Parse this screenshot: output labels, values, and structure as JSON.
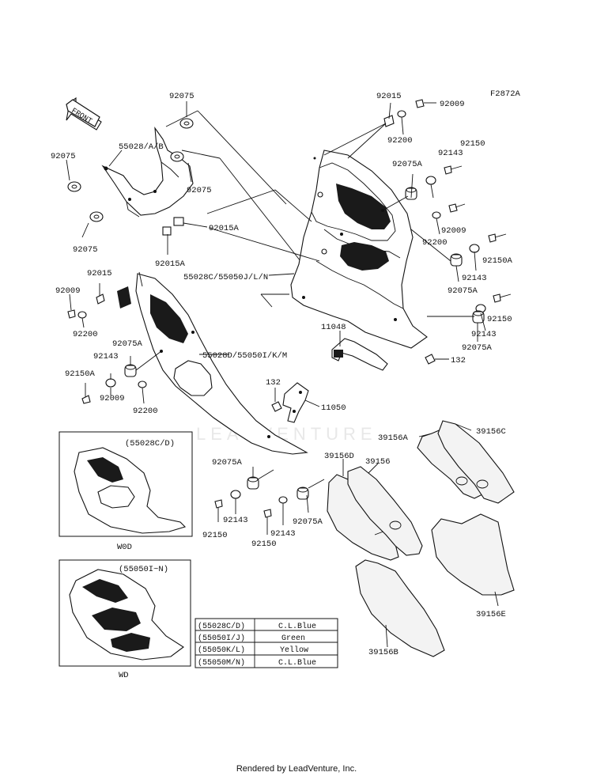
{
  "figure_code": "F2872A",
  "direction_arrow": "FRONT",
  "watermark": "LEADVENTURE",
  "footer": "Rendered by LeadVenture, Inc.",
  "part_labels": [
    "92075",
    "55028/A/B",
    "92075",
    "92075",
    "92075",
    "92015A",
    "92015A",
    "92015",
    "92200",
    "92009",
    "92143",
    "92150",
    "92075A",
    "92009",
    "92200",
    "92150A",
    "92143",
    "92075A",
    "92150",
    "92143",
    "92075A",
    "55028C/55050J/L/N",
    "11048",
    "132",
    "55028D/55050I/K/M",
    "92015",
    "92009",
    "92200",
    "92075A",
    "92143",
    "92150A",
    "92009",
    "92200",
    "132",
    "11050",
    "92075A",
    "92143",
    "92150",
    "92150",
    "92143",
    "92075A",
    "39156A",
    "39156C",
    "39156D",
    "39156",
    "39156E",
    "39156B"
  ],
  "insets": [
    {
      "title": "(55028C/D)",
      "caption": "W0D"
    },
    {
      "title": "(55050I~N)",
      "caption": "WD"
    }
  ],
  "color_table": [
    {
      "code": "(55028C/D)",
      "color": "C.L.Blue"
    },
    {
      "code": "(55050I/J)",
      "color": "Green"
    },
    {
      "code": "(55050K/L)",
      "color": "Yellow"
    },
    {
      "code": "(55050M/N)",
      "color": "C.L.Blue"
    }
  ]
}
